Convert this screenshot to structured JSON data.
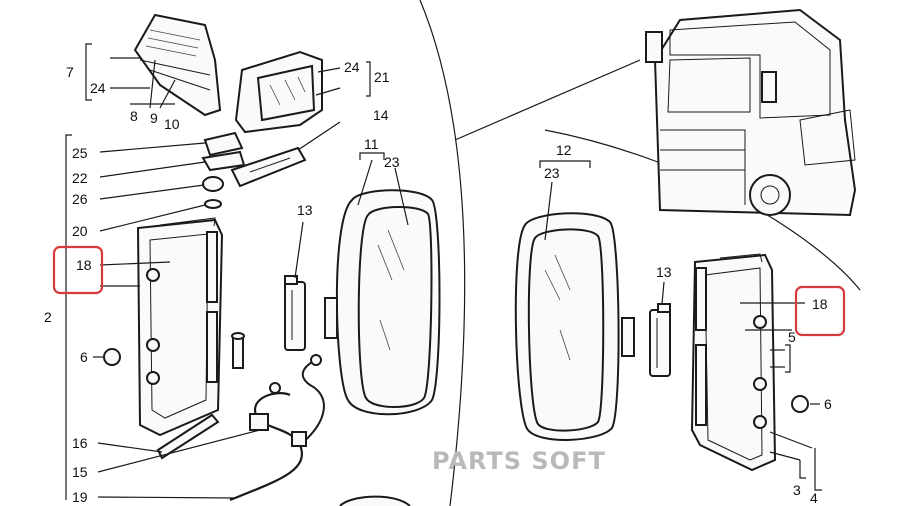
{
  "labels": {
    "l7": "7",
    "l24a": "24",
    "l8": "8",
    "l9": "9",
    "l10": "10",
    "l24b": "24",
    "l21": "21",
    "l14": "14",
    "l25": "25",
    "l22": "22",
    "l26": "26",
    "l20": "20",
    "l18a": "18",
    "l2": "2",
    "l6a": "6",
    "l16": "16",
    "l15": "15",
    "l19": "19",
    "l11": "11",
    "l23a": "23",
    "l13a": "13",
    "l12": "12",
    "l23b": "23",
    "l13b": "13",
    "l18b": "18",
    "l5": "5",
    "l6b": "6",
    "l3": "3",
    "l4": "4"
  },
  "watermark": "PARTS SOFT",
  "colors": {
    "highlight": "#d63a3a",
    "ink": "#1a1a1a",
    "watermark": "#b9b9b9"
  }
}
